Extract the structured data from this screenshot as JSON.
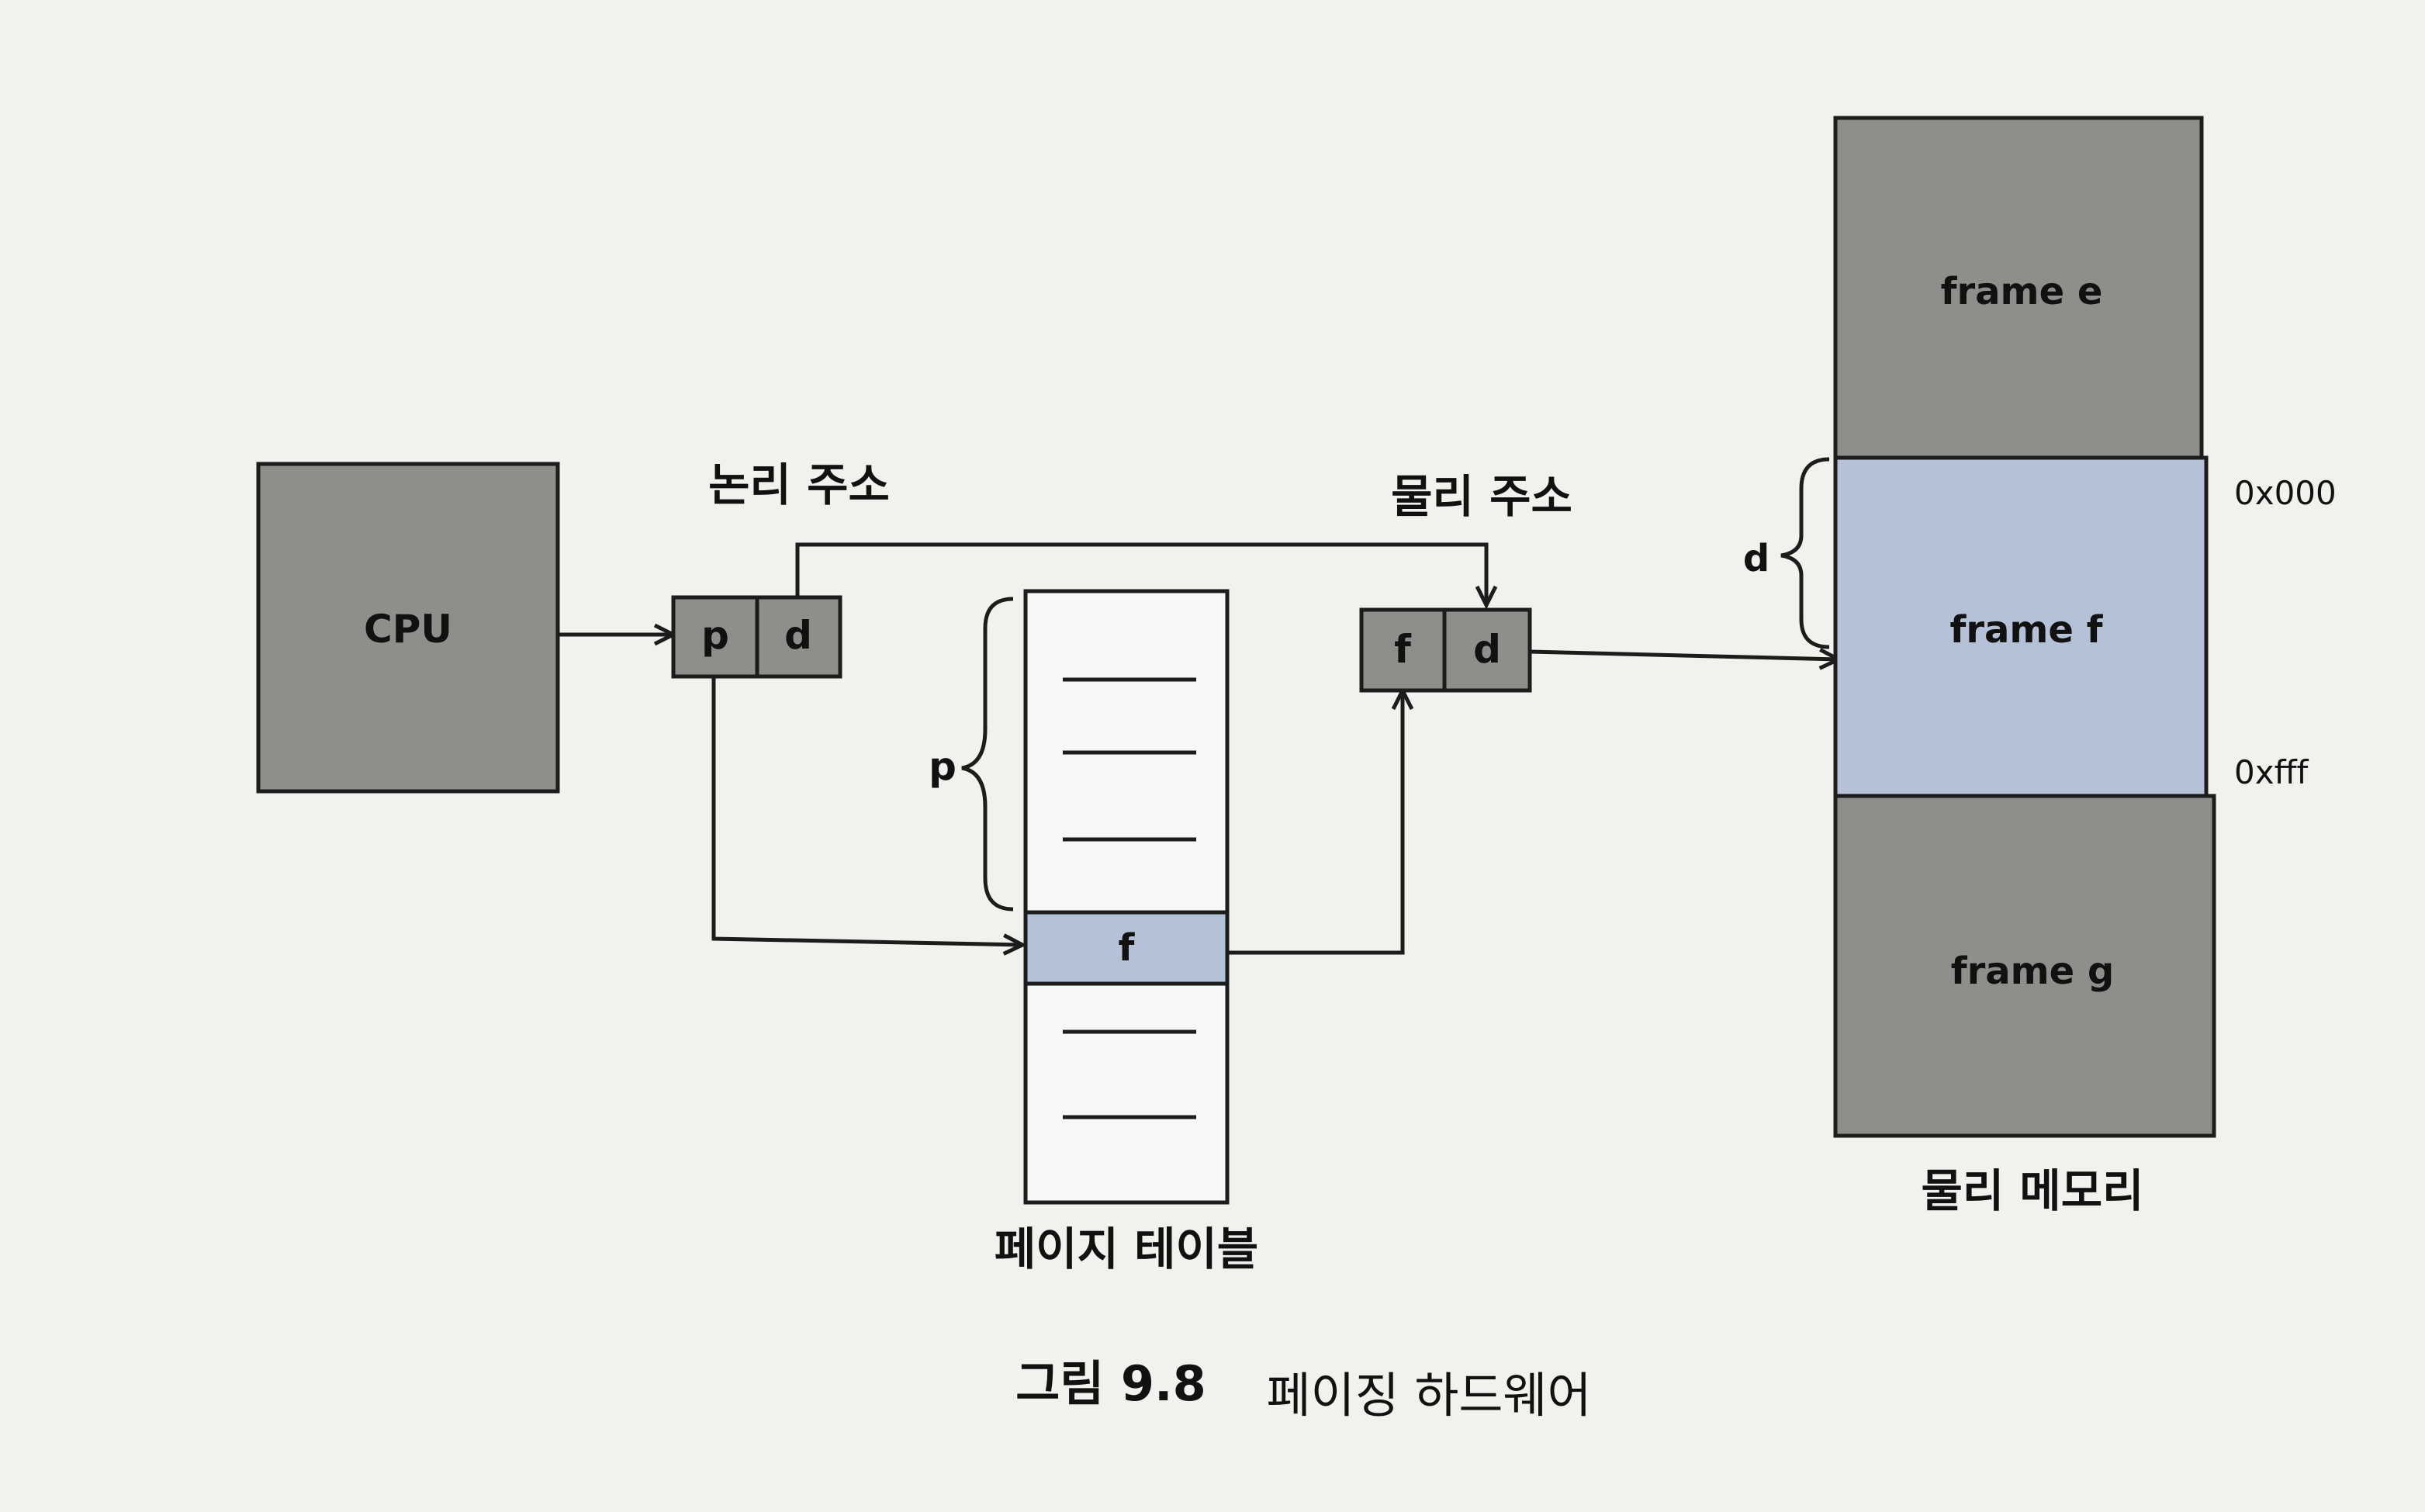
{
  "diagram": {
    "cpu_label": "CPU",
    "logical_address": {
      "label": "논리 주소",
      "page_field": "p",
      "offset_field": "d"
    },
    "physical_address": {
      "label": "물리 주소",
      "frame_field": "f",
      "offset_field": "d"
    },
    "page_table": {
      "label": "페이지 테이블",
      "index_brace_label": "p",
      "entry_label": "f"
    },
    "physical_memory": {
      "label": "물리 메모리",
      "frames": [
        "frame e",
        "frame f",
        "frame g"
      ],
      "offset_brace_label": "d",
      "start_address": "0x000",
      "end_address": "0xfff"
    }
  },
  "caption": {
    "figure_number": "그림 9.8",
    "title": "페이징 하드웨어"
  },
  "colors": {
    "box_gray": "#8f8e8a",
    "highlight_blue": "#b4c1d6",
    "white": "#f7f7f5",
    "line": "#1c1c1c",
    "background": "#f2f1ee"
  }
}
